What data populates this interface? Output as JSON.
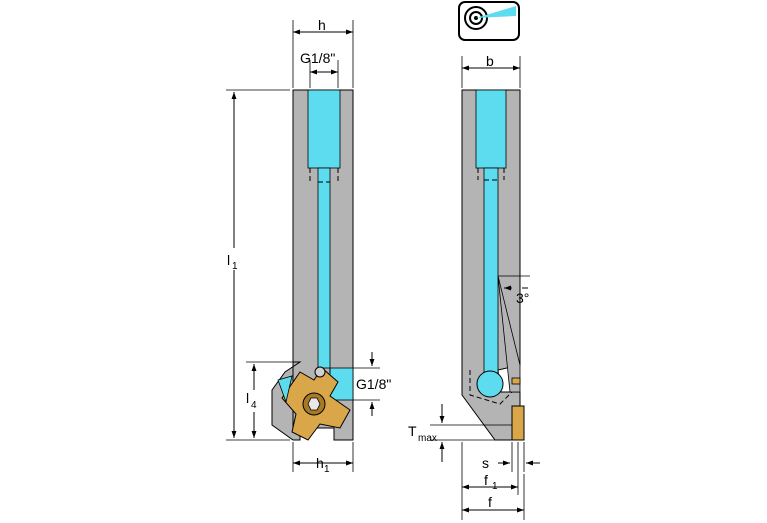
{
  "labels": {
    "h": "h",
    "g_top": "G1/8\"",
    "l1_main": "l",
    "l1_sub": "1",
    "l4_main": "l",
    "l4_sub": "4",
    "h1_main": "h",
    "h1_sub": "1",
    "g_side": "G1/8\"",
    "b": "b",
    "angle": "3°",
    "tmax_main": "T",
    "tmax_sub": "max",
    "s": "s",
    "f1_main": "f",
    "f1_sub": "1",
    "f": "f"
  },
  "colors": {
    "body": "#b4b4b4",
    "coolant": "#5ddcf0",
    "insert": "#d9a64a",
    "insert_dark": "#a97a25",
    "line": "#000000"
  },
  "icons": [
    "coolant-through-icon"
  ]
}
